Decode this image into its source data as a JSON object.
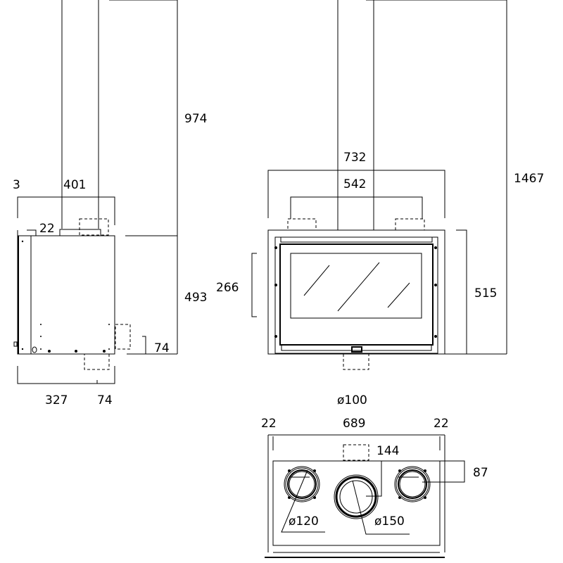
{
  "side_view": {
    "dim_top_offset": "3",
    "dim_depth_top": "401",
    "dim_frame": "22",
    "dim_total_height": "974",
    "dim_body_height": "493",
    "dim_side_outlet": "74",
    "dim_bottom_depth": "327",
    "dim_bottom_outlet": "74"
  },
  "front_view": {
    "dim_total_height": "1467",
    "dim_outer_width": "732",
    "dim_outlet_spacing": "542",
    "dim_glass_height": "266",
    "dim_body_height": "515",
    "dim_bottom_outlet": "ø100"
  },
  "top_view": {
    "dim_left_margin": "22",
    "dim_width": "689",
    "dim_right_margin": "22",
    "dim_center_offset": "144",
    "dim_side_offset": "87",
    "dim_side_outlet_diameter": "ø120",
    "dim_center_outlet_diameter": "ø150"
  }
}
